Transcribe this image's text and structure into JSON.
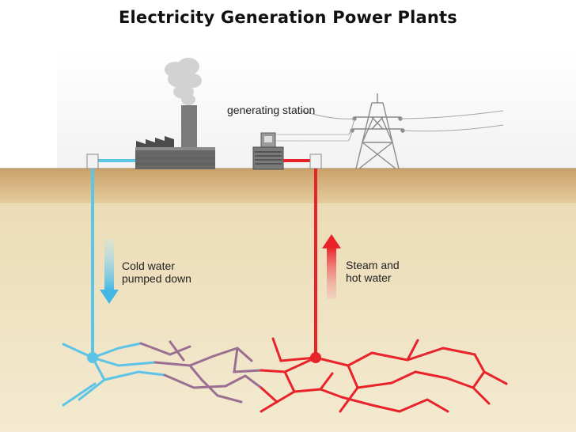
{
  "title": "Electricity Generation Power Plants",
  "labels": {
    "generating_station": "generating station",
    "cold_water_line1": "Cold water",
    "cold_water_line2": "pumped down",
    "steam_line1": "Steam and",
    "steam_line2": "hot water"
  },
  "colors": {
    "cold_water": "#5cc4e6",
    "hot_water": "#e8232a",
    "mixed": "#9a6f92",
    "ground_surface": "#d8b88a",
    "ground_deep": "#efe3c3",
    "building": "#6b6b6b"
  },
  "icons": {
    "smoke": "smoke-icon",
    "factory": "factory-icon",
    "generator": "generator-icon",
    "pylon": "power-pylon-icon"
  }
}
